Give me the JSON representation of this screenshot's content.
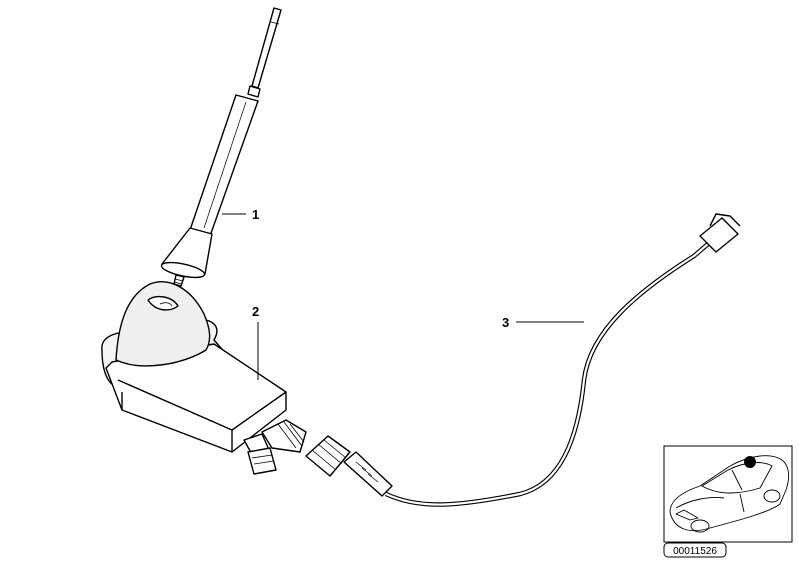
{
  "diagram": {
    "callouts": [
      {
        "id": "1",
        "label": "1"
      },
      {
        "id": "2",
        "label": "2"
      },
      {
        "id": "3",
        "label": "3"
      }
    ],
    "reference_code": "00011526"
  },
  "colors": {
    "line": "#000000",
    "background": "#ffffff",
    "marker": "#000000"
  }
}
